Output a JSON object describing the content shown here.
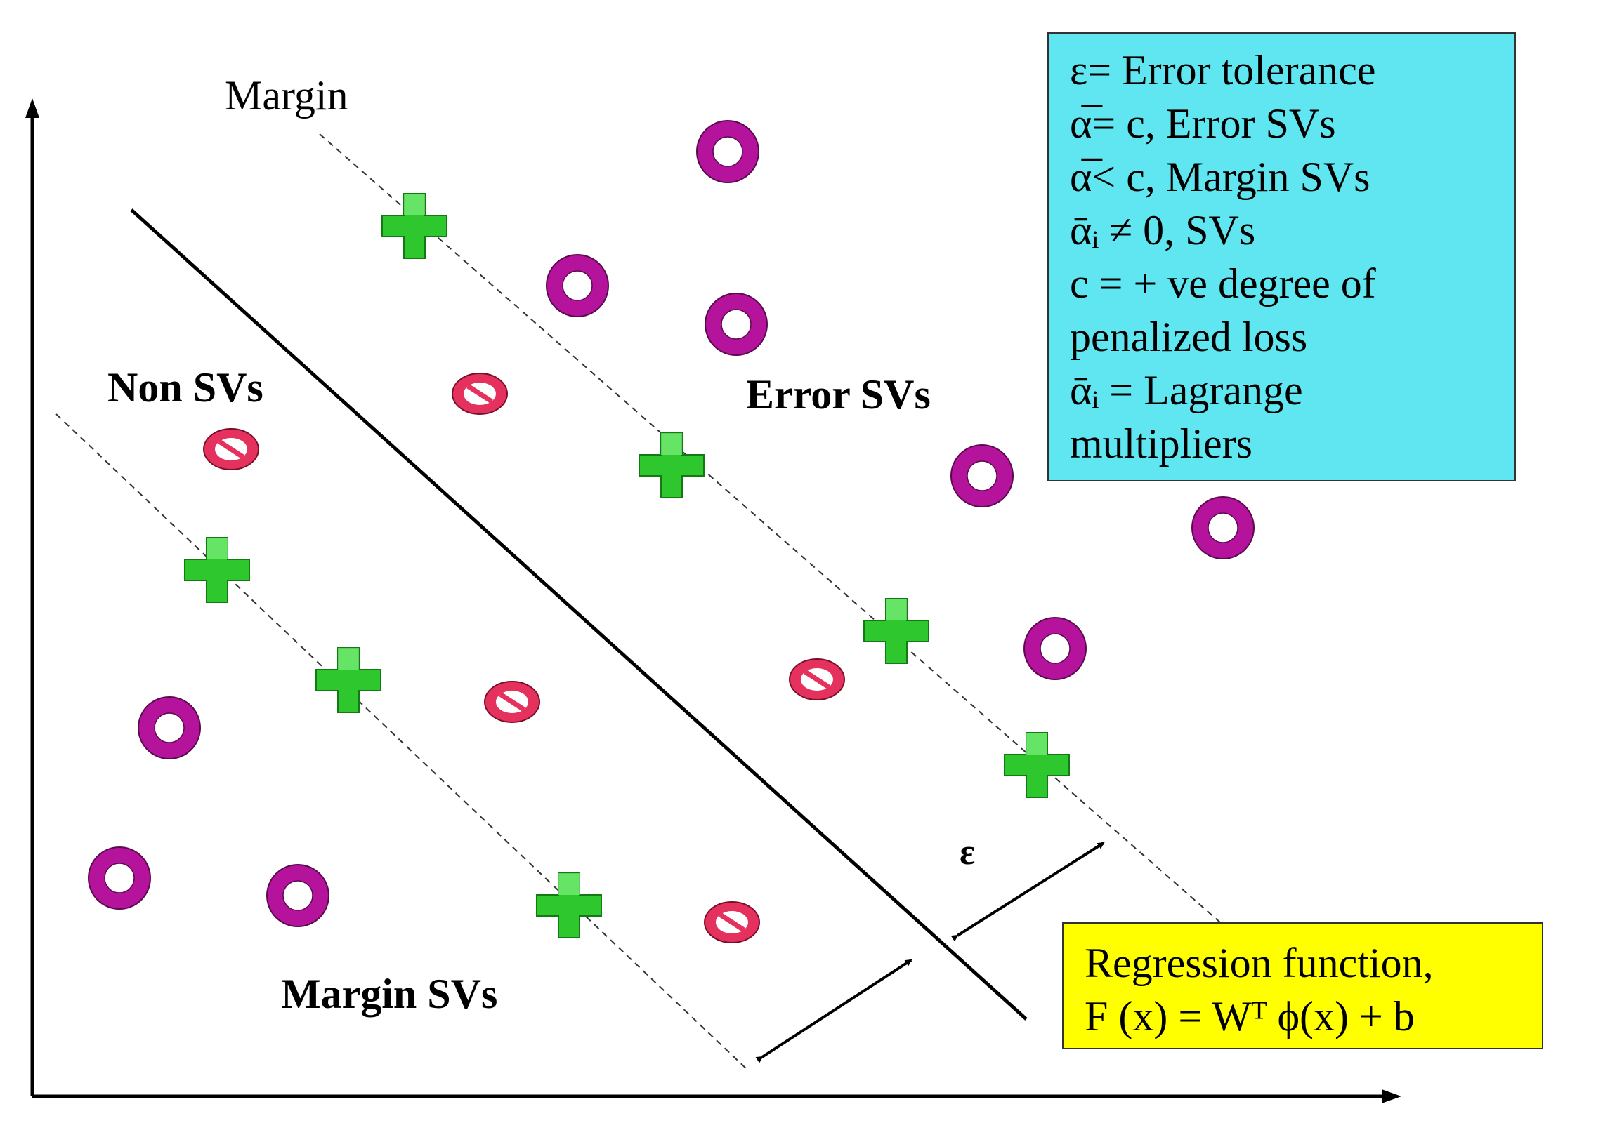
{
  "labels": {
    "margin": "Margin",
    "non_svs": "Non SVs",
    "error_svs": "Error SVs",
    "margin_svs": "Margin SVs",
    "epsilon": "ε"
  },
  "legend": {
    "lines": [
      "ε= Error tolerance",
      "α̅= c, Error SVs",
      "α̅< c, Margin SVs",
      "ᾱᵢ ≠ 0, SVs",
      "c = + ve degree of",
      "penalized loss",
      "ᾱᵢ = Lagrange",
      "multipliers"
    ],
    "bg_color": "#5fe6f0"
  },
  "regression": {
    "line1": "Regression function,",
    "line2": "F (x) = Wᵀ ϕ(x) + b",
    "bg_color": "#ffff00"
  },
  "icons": {
    "outlier": "magenta-ring-icon",
    "support_vector": "green-plus-icon",
    "non_sv": "no-entry-icon"
  },
  "colors": {
    "ring": "#b5139c",
    "plus": "#2ec82e",
    "no_entry": "#e5315d"
  }
}
